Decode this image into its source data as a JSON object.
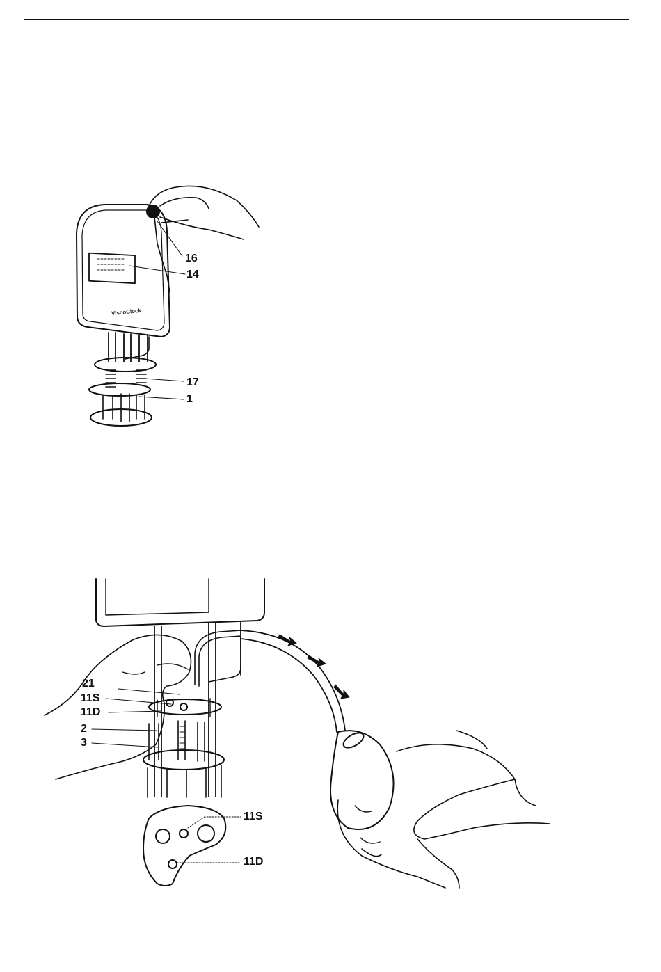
{
  "figure_top": {
    "brand_text": "ViscoClock",
    "callouts": [
      "16",
      "14",
      "17",
      "1"
    ]
  },
  "figure_bottom": {
    "callouts_left": [
      "21",
      "11S",
      "11D",
      "2",
      "3"
    ],
    "callouts_plate": [
      "11S",
      "11D"
    ]
  }
}
